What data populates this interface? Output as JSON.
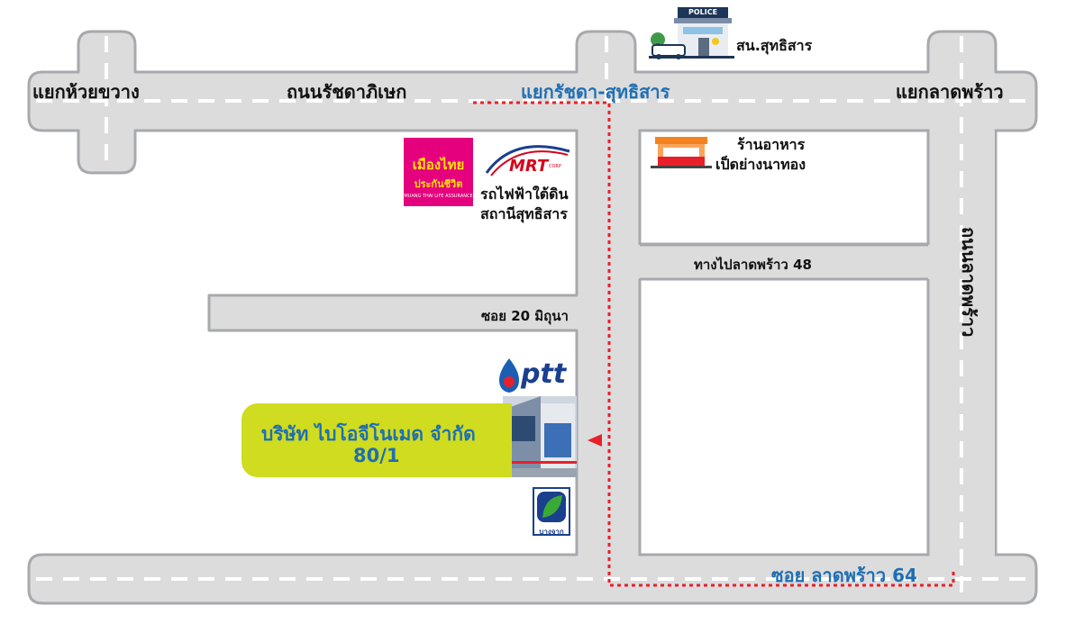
{
  "roads": {
    "huai_khwang": "แยกห้วยขวาง",
    "ratchadaphisek": "ถนนรัชดาภิเษก",
    "ratchada_sutthisan": "แยกรัชดา-สุทธิสาร",
    "lat_phrao_junction": "แยกลาดพร้าว",
    "lat_phrao_road": "ถนนลาดพร้าว",
    "to_lat_phrao_48": "ทางไปลาดพร้าว 48",
    "soi_20_mithuna": "ซอย 20 มิถุนา",
    "soi_lat_phrao_64": "ซอย ลาดพร้าว 64"
  },
  "pois": {
    "police_station": "สน.สุทธิสาร",
    "police_sign": "POLICE",
    "restaurant_line1": "ร้านอาหาร",
    "restaurant_line2": "เป็ดย่างนาทอง",
    "mrt_line1": "รถไฟฟ้าใต้ดิน",
    "mrt_line2": "สถานีสุทธิสาร",
    "mrt_logo": "MRT",
    "mrt_logo_sub": "CORP",
    "insurance_logo_line1": "เมืองไทย",
    "insurance_logo_line2": "ประกันชีวิต",
    "insurance_logo_line3": "MUANG THAI LIFE ASSURANCE",
    "ptt_logo": "ptt",
    "bangchak_logo": "บางจาก"
  },
  "company": {
    "name": "บริษัท ไบโอจีโนเมด จำกัด",
    "address": "80/1"
  },
  "colors": {
    "road": "#dcdcdd",
    "road_outline": "#a7a9ac",
    "route": "#e8202a",
    "highlight": "#cfdc1f",
    "blue_text": "#1f6fb2"
  }
}
